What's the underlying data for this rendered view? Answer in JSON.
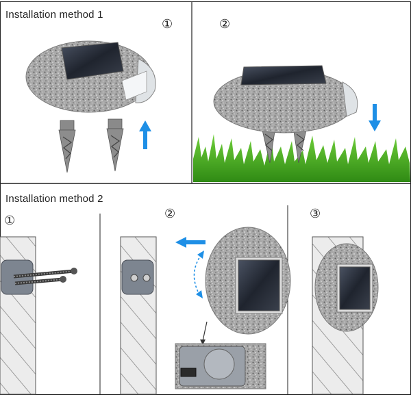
{
  "section1": {
    "title": "Installation method 1",
    "steps": [
      "①",
      "②"
    ]
  },
  "section2": {
    "title": "Installation method 2",
    "steps": [
      "①",
      "②",
      "③"
    ]
  },
  "colors": {
    "arrow_blue": "#1e8fe6",
    "grass_green": "#3fae1f",
    "stone_gray": "#9a9a9a",
    "panel_dark": "#2a2f3a",
    "wall_gray": "#e6e6e6"
  },
  "icons": [
    "solar-stone-light-icon",
    "ground-spike-icon",
    "screw-icon",
    "wall-mount-bracket-icon",
    "arrow-up-icon",
    "arrow-down-icon",
    "arrow-left-icon",
    "rotate-icon"
  ]
}
